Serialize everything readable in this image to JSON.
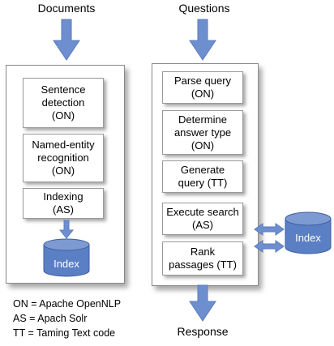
{
  "left_column": {
    "title": "Documents",
    "steps": [
      "Sentence\ndetection\n(ON)",
      "Named-entity\nrecognition\n(ON)",
      "Indexing\n(AS)"
    ],
    "index_label": "Index"
  },
  "right_column": {
    "title": "Questions",
    "steps": [
      "Parse query\n(ON)",
      "Determine\nanswer type\n(ON)",
      "Generate\nquery (TT)",
      "Execute search\n(AS)",
      "Rank\npassages (TT)"
    ],
    "output_label": "Response"
  },
  "external_index_label": "Index",
  "legend": [
    "ON = Apache OpenNLP",
    "AS = Apach Solr",
    "TT = Taming Text code"
  ],
  "colors": {
    "arrow_fill": "#6e8fcf",
    "cylinder_fill": "#5b7fc4",
    "cylinder_top": "#7e9ad3",
    "cylinder_stroke": "#3e5f9c"
  }
}
